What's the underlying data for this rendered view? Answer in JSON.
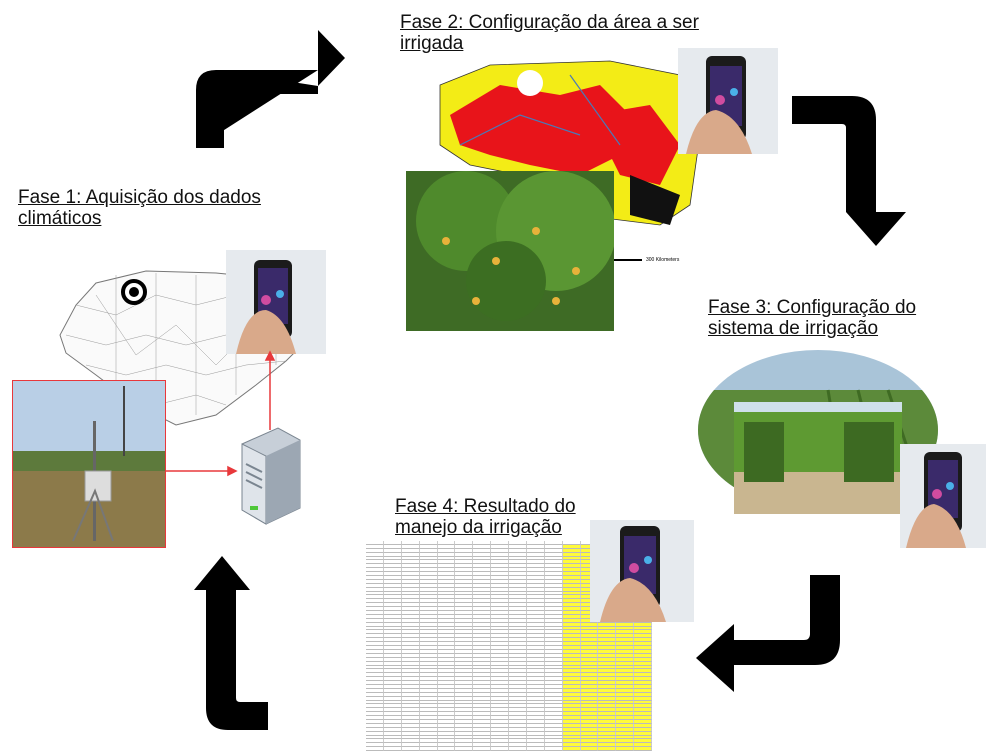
{
  "phases": [
    {
      "id": 1,
      "line1": "Fase 1: Aquisição dos dados",
      "line2": "climáticos"
    },
    {
      "id": 2,
      "line1": "Fase 2: Configuração da área a ser",
      "line2": "irrigada"
    },
    {
      "id": 3,
      "line1": "Fase 3: Configuração do",
      "line2": "sistema de irrigação"
    },
    {
      "id": 4,
      "line1": "Fase 4: Resultado do",
      "line2": "manejo da irrigação"
    }
  ],
  "map_scale_label": "300 Kilometers",
  "colors": {
    "arrow": "#000000",
    "connector": "#e8383b",
    "map_red": "#e8141a",
    "map_yellow": "#f3ec16",
    "sheet_highlight": "#fffb3a"
  }
}
